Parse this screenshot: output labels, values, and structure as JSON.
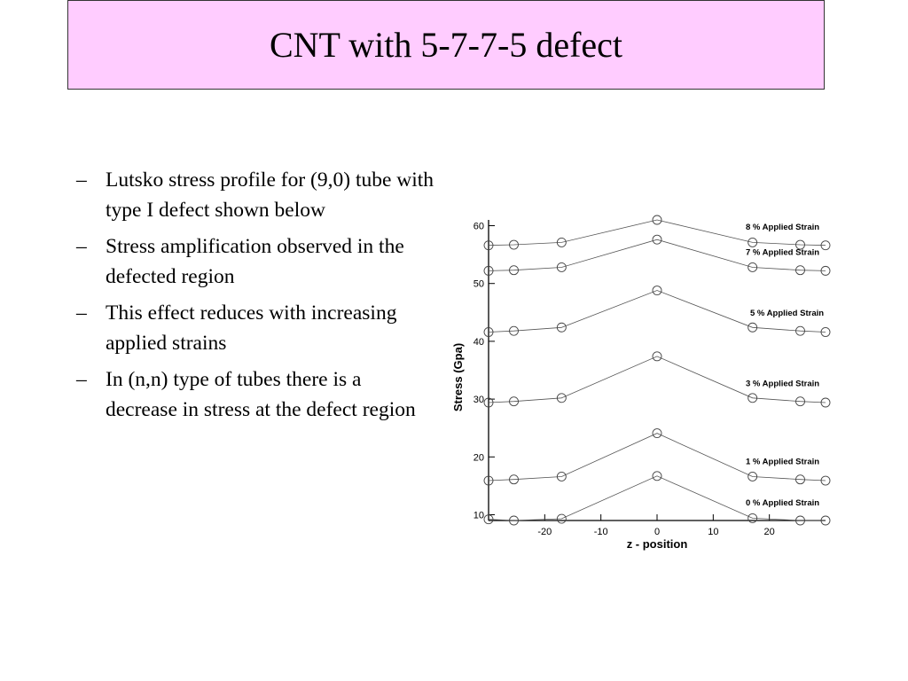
{
  "slide": {
    "title": "CNT with 5-7-7-5 defect",
    "bullet_marker": "–",
    "bullets": [
      "Lutsko stress profile for (9,0) tube with type I defect shown below",
      "Stress amplification observed in the defected region",
      "This effect reduces with increasing applied strains",
      "In (n,n) type of tubes there is a decrease in stress at the defect region"
    ]
  },
  "colors": {
    "title_background": "#ffccff",
    "title_border": "#333333",
    "series_line": "#555555",
    "marker": "#444444"
  },
  "chart_data": {
    "type": "line",
    "title": "",
    "xlabel": "z - position",
    "ylabel": "Stress (Gpa)",
    "xlim": [
      -30,
      30
    ],
    "ylim": [
      9,
      61
    ],
    "xticks": [
      -20,
      -10,
      0,
      10,
      20
    ],
    "yticks": [
      10,
      20,
      30,
      40,
      50,
      60
    ],
    "grid": false,
    "x": [
      -30,
      -25.5,
      -17,
      0,
      17,
      25.5,
      30
    ],
    "series": [
      {
        "label": "0 %  Applied Strain",
        "values": [
          9.2,
          9.0,
          9.3,
          16.7,
          9.4,
          9.0,
          9.0
        ]
      },
      {
        "label": "1 %  Applied Strain",
        "values": [
          15.9,
          16.1,
          16.6,
          24.1,
          16.6,
          16.1,
          15.9
        ]
      },
      {
        "label": "3 %  Applied Strain",
        "values": [
          29.4,
          29.6,
          30.2,
          37.4,
          30.2,
          29.6,
          29.4
        ]
      },
      {
        "label": "5 %  Applied Strain",
        "values": [
          41.6,
          41.8,
          42.4,
          48.8,
          42.4,
          41.8,
          41.6
        ]
      },
      {
        "label": "7 %  Applied Strain",
        "values": [
          52.2,
          52.3,
          52.8,
          57.6,
          52.8,
          52.3,
          52.2
        ]
      },
      {
        "label": "8 %  Applied Strain",
        "values": [
          56.6,
          56.7,
          57.1,
          61.0,
          57.1,
          56.7,
          56.6
        ]
      }
    ]
  }
}
